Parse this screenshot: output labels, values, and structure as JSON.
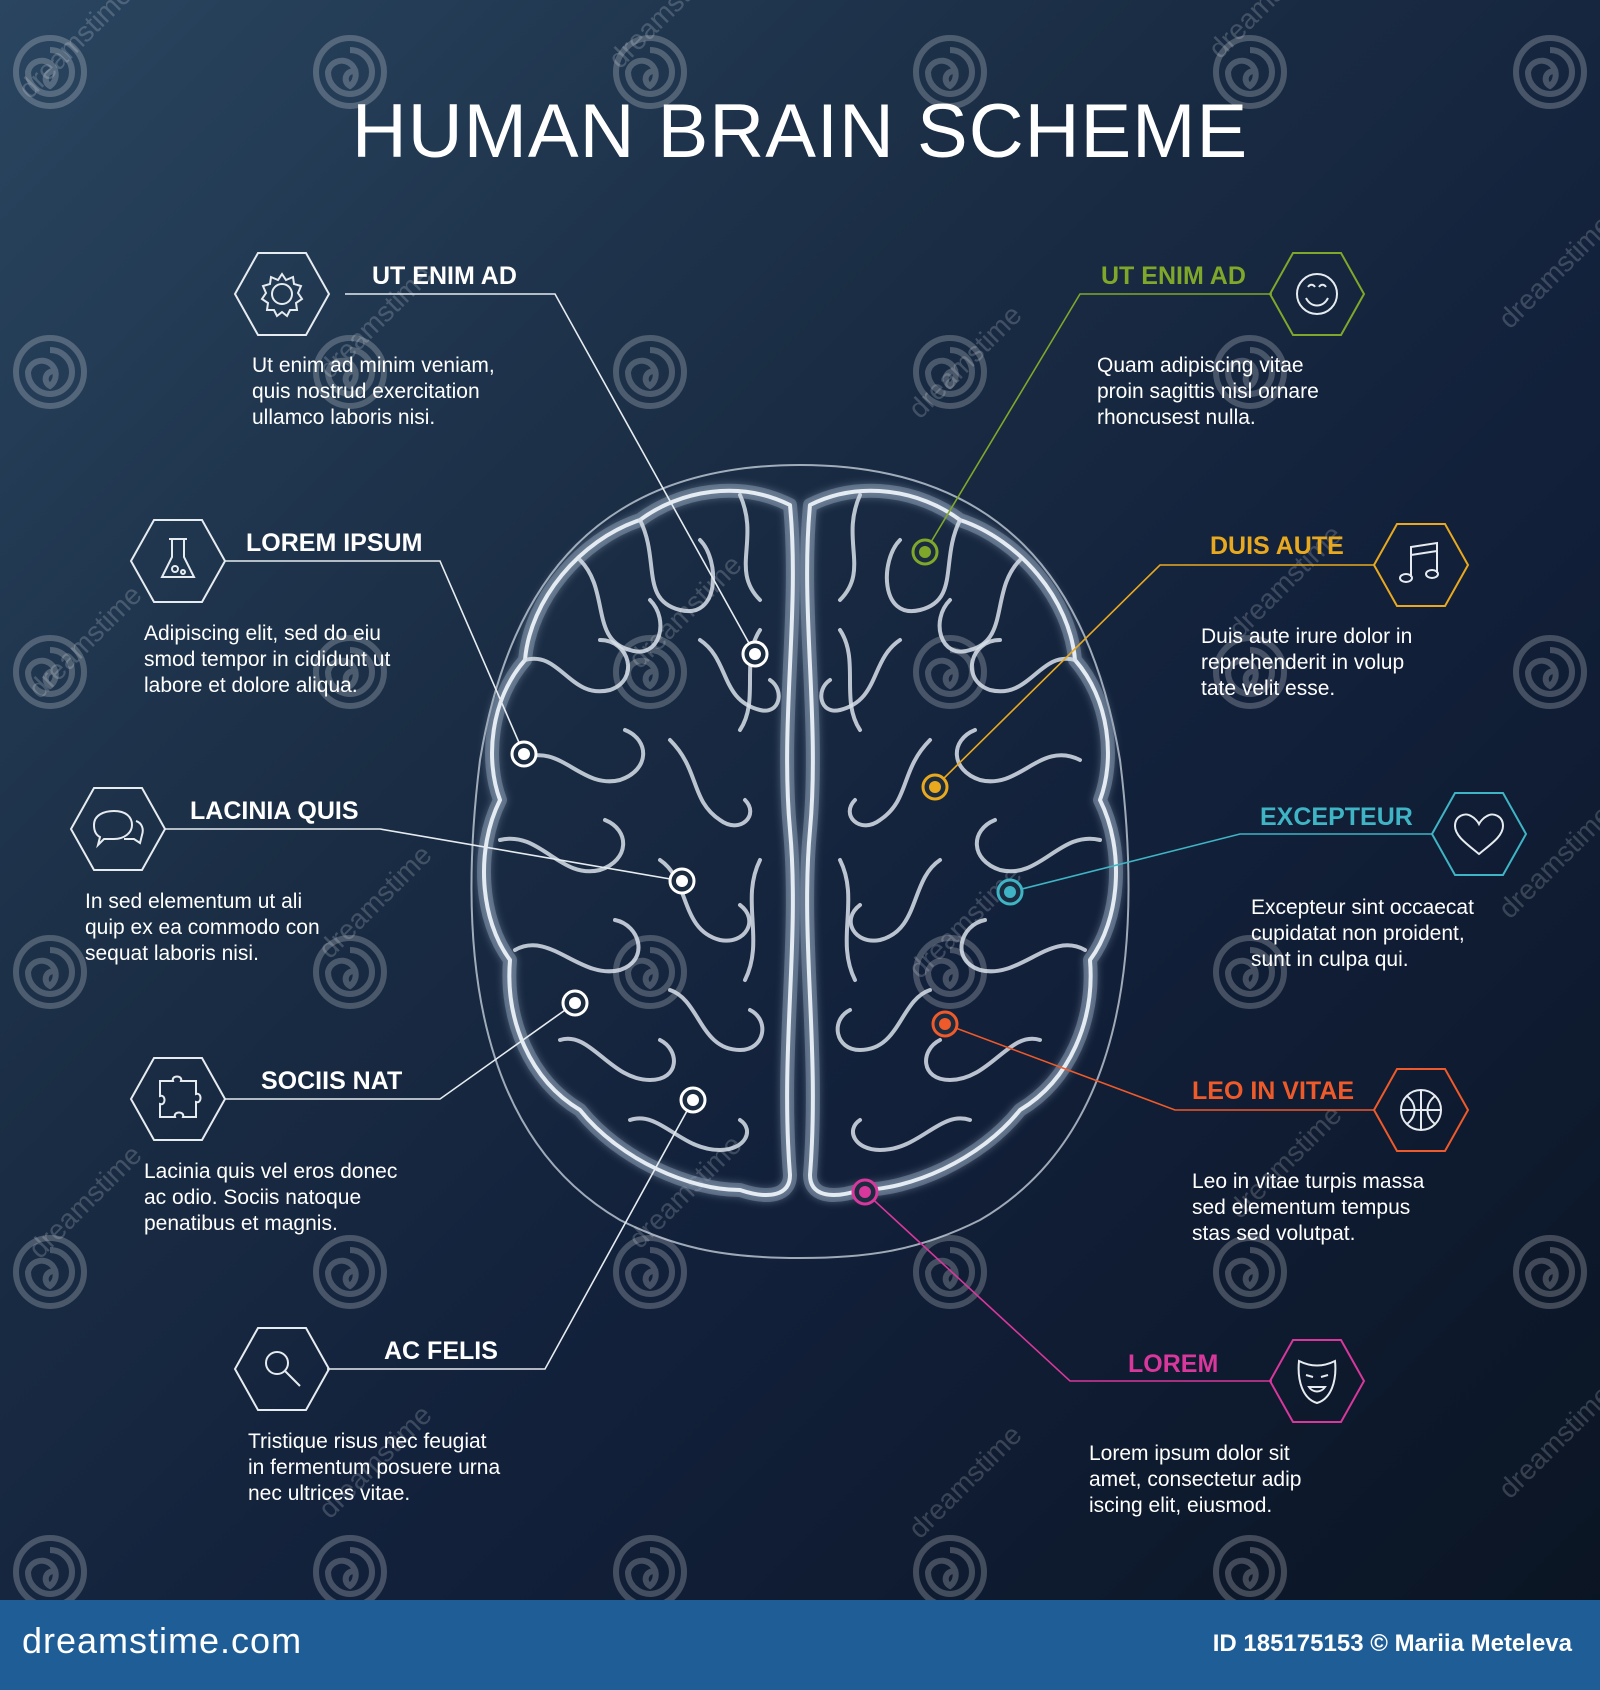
{
  "title": "HUMAN BRAIN SCHEME",
  "items": [
    {
      "id": "ut-enim-ad-left",
      "title": "UT ENIM AD",
      "color": "#ffffff",
      "icon": "gear-icon",
      "lines": [
        "Ut enim ad minim veniam,",
        "quis nostrud exercitation",
        "ullamco laboris nisi."
      ]
    },
    {
      "id": "lorem-ipsum",
      "title": "LOREM IPSUM",
      "color": "#ffffff",
      "icon": "flask-icon",
      "lines": [
        "Adipiscing elit, sed do eiu",
        "smod tempor in cididunt ut",
        "labore et dolore aliqua."
      ]
    },
    {
      "id": "lacinia-quis",
      "title": "LACINIA QUIS",
      "color": "#ffffff",
      "icon": "chat-icon",
      "lines": [
        "In sed elementum ut ali",
        "quip ex ea commodo con",
        "sequat laboris nisi."
      ]
    },
    {
      "id": "sociis-nat",
      "title": "SOCIIS NAT",
      "color": "#ffffff",
      "icon": "puzzle-icon",
      "lines": [
        "Lacinia quis vel eros donec",
        "ac odio. Sociis natoque",
        "penatibus et magnis."
      ]
    },
    {
      "id": "ac-felis",
      "title": "AC FELIS",
      "color": "#ffffff",
      "icon": "magnifier-icon",
      "lines": [
        "Tristique risus nec feugiat",
        "in fermentum posuere urna",
        "nec ultrices vitae."
      ]
    },
    {
      "id": "ut-enim-ad-right",
      "title": "UT ENIM AD",
      "color": "#7fa82a",
      "icon": "smiley-icon",
      "lines": [
        "Quam adipiscing vitae",
        "proin sagittis nisl ornare",
        "rhoncusest nulla."
      ]
    },
    {
      "id": "duis-aute",
      "title": "DUIS AUTE",
      "color": "#e9a91e",
      "icon": "music-note-icon",
      "lines": [
        "Duis aute irure dolor in",
        "reprehenderit in volup",
        "tate velit esse."
      ]
    },
    {
      "id": "excepteur",
      "title": "EXCEPTEUR",
      "color": "#3fb4c4",
      "icon": "heart-icon",
      "lines": [
        "Excepteur sint occaecat",
        "cupidatat non proident,",
        "sunt in culpa qui."
      ]
    },
    {
      "id": "leo-in-vitae",
      "title": "LEO IN VITAE",
      "color": "#ef5a2a",
      "icon": "basketball-icon",
      "lines": [
        "Leo in vitae turpis massa",
        "sed elementum tempus",
        "stas sed volutpat."
      ]
    },
    {
      "id": "lorem",
      "title": "LOREM",
      "color": "#d8379b",
      "icon": "mask-icon",
      "lines": [
        "Lorem ipsum dolor sit",
        "amet, consectetur adip",
        "iscing elit, eiusmod."
      ]
    }
  ],
  "watermark": "dreamstime",
  "footer": {
    "logo": "dreamstime.com",
    "credit": "ID 185175153 © Mariia Meteleva"
  }
}
